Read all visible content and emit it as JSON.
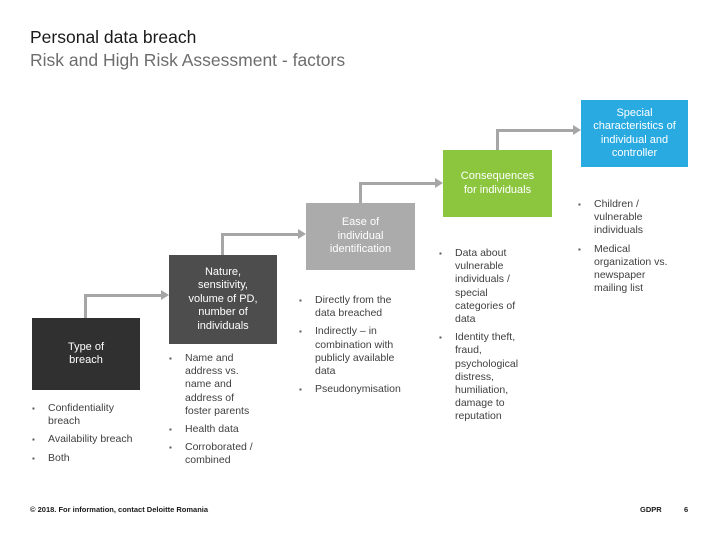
{
  "slide": {
    "title_line1": "Personal data breach",
    "title_line2": "Risk and High Risk Assessment - factors"
  },
  "steps": [
    {
      "label": "Type of breach",
      "color": "#303030",
      "bullets": [
        "Confidentiality breach",
        "Availability breach",
        "Both"
      ]
    },
    {
      "label": "Nature, sensitivity, volume of PD, number of individuals",
      "color": "#4d4d4d",
      "bullets": [
        "Name and address vs. name and address of foster parents",
        "Health data",
        "Corroborated / combined"
      ]
    },
    {
      "label": "Ease of individual identification",
      "color": "#ababab",
      "bullets": [
        "Directly from the data breached",
        "Indirectly – in combination with publicly available data",
        "Pseudonymisation"
      ]
    },
    {
      "label": "Consequences for individuals",
      "color": "#8cc63f",
      "bullets": [
        "Data about vulnerable individuals / special categories of data",
        "Identity theft, fraud, psychological distress, humiliation, damage to reputation"
      ]
    },
    {
      "label": "Special characteristics of individual and controller",
      "color": "#29abe2",
      "bullets": [
        "Children / vulnerable individuals",
        "Medical organization vs. newspaper mailing list"
      ]
    }
  ],
  "connector_color": "#a6a6a6",
  "bullet_glyph": "▪",
  "footer": {
    "copyright": "© 2018. For information, contact Deloitte Romania",
    "doc_label": "GDPR",
    "page_number": "6"
  }
}
